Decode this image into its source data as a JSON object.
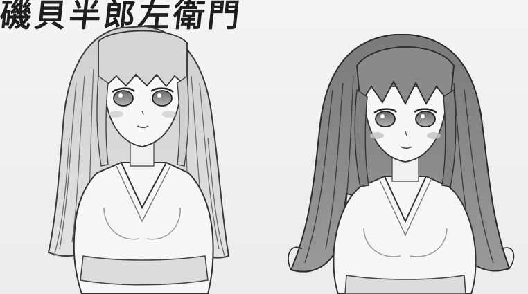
{
  "title": "磯貝半郎左衛門",
  "figures": [
    {
      "name": "left-figure"
    },
    {
      "name": "right-figure"
    }
  ],
  "colors": {
    "paper": "#f2f2f2",
    "ink": "#2a2a2a",
    "lightTone": "#d9d9d9",
    "midTone": "#a8a8a8",
    "darkTone": "#6e6e6e",
    "blush": "#c9c9c9"
  }
}
